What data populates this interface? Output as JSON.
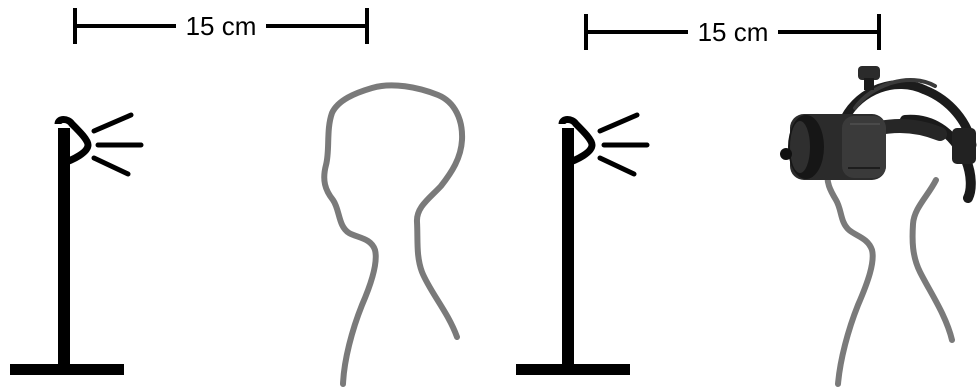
{
  "panels": [
    {
      "id": "left",
      "distance_label": "15 cm",
      "headset": false
    },
    {
      "id": "right",
      "distance_label": "15 cm",
      "headset": true
    }
  ],
  "colors": {
    "ink": "#000000",
    "head_outline": "#7a7a7a",
    "headset_body": "#2b2b2b",
    "headset_dark": "#161616"
  },
  "icons": [
    "lamp-icon",
    "head-silhouette",
    "vr-headset-icon",
    "dimension-bar"
  ]
}
